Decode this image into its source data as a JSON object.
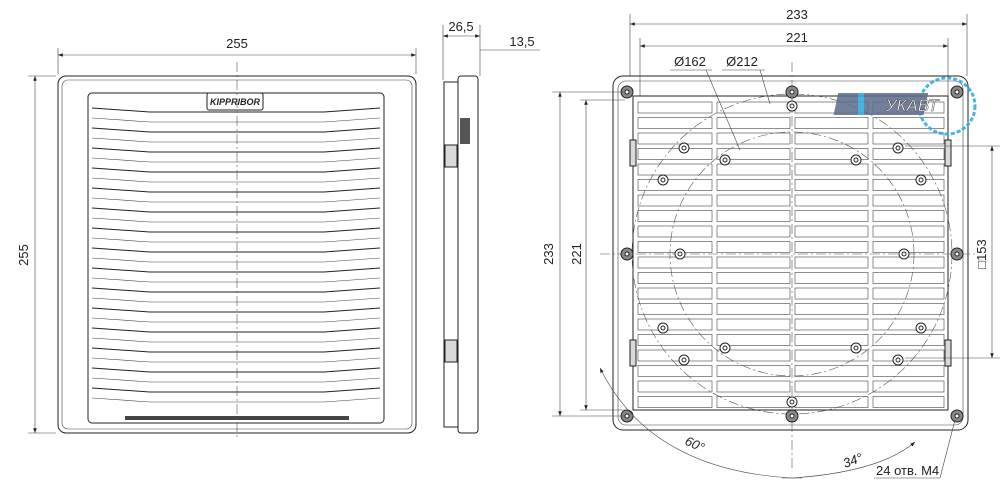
{
  "front_view": {
    "width_label": "255",
    "height_label": "255",
    "brand_badge": "KIPPRIBOR"
  },
  "side_view": {
    "depth_label": "26,5",
    "protrusion_label": "13,5"
  },
  "back_view": {
    "outer_width_label": "233",
    "inner_width_label": "221",
    "outer_height_label": "233",
    "inner_height_label": "221",
    "hole_square_label": "□153",
    "circle_small_label": "Ø162",
    "circle_large_label": "Ø212",
    "angle_60_label": "60°",
    "angle_34_label": "34°",
    "holes_note": "24 отв. M4"
  },
  "watermark": {
    "text": "УКАВТ",
    "accent": "#29a8e0"
  }
}
